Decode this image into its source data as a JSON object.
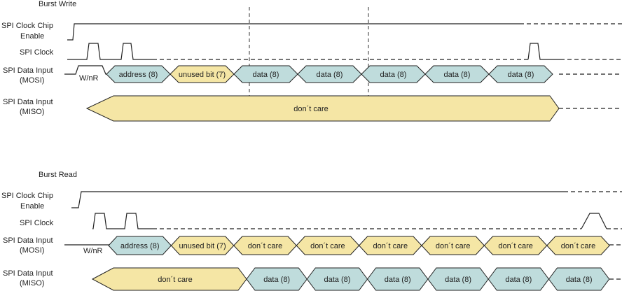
{
  "burst_write": {
    "title": "Burst Write",
    "signals": {
      "cs_line1": "SPI Clock Chip",
      "cs_line2": "Enable",
      "clk": "SPI Clock",
      "mosi_line1": "SPI Data Input",
      "mosi_line2": "(MOSI)",
      "miso_line1": "SPI Data Input",
      "miso_line2": "(MISO)"
    },
    "wnr": "W/nR",
    "mosi_fields": [
      "address (8)",
      "unused bit (7)",
      "data (8)",
      "data (8)",
      "data (8)",
      "data (8)",
      "data (8)"
    ],
    "mosi_colors": [
      "blue",
      "yellow",
      "blue",
      "blue",
      "blue",
      "blue",
      "blue"
    ],
    "miso_field": "don´t care"
  },
  "burst_read": {
    "title": "Burst Read",
    "signals": {
      "cs_line1": "SPI Clock Chip",
      "cs_line2": "Enable",
      "clk": "SPI Clock",
      "mosi_line1": "SPI Data Input",
      "mosi_line2": "(MOSI)",
      "miso_line1": "SPI Data Input",
      "miso_line2": "(MISO)"
    },
    "wnr": "W/nR",
    "mosi_fields": [
      "address (8)",
      "unused bit (7)",
      "don´t care",
      "don´t care",
      "don´t care",
      "don´t care",
      "don´t care",
      "don´t care"
    ],
    "mosi_colors": [
      "blue",
      "yellow",
      "yellow",
      "yellow",
      "yellow",
      "yellow",
      "yellow",
      "yellow"
    ],
    "miso_first": "don´t care",
    "miso_fields": [
      "data (8)",
      "data (8)",
      "data (8)",
      "data (8)",
      "data (8)",
      "data (8)"
    ]
  },
  "colors": {
    "blue": "#bfdcdc",
    "yellow": "#f5e6a5",
    "line": "#222222"
  }
}
